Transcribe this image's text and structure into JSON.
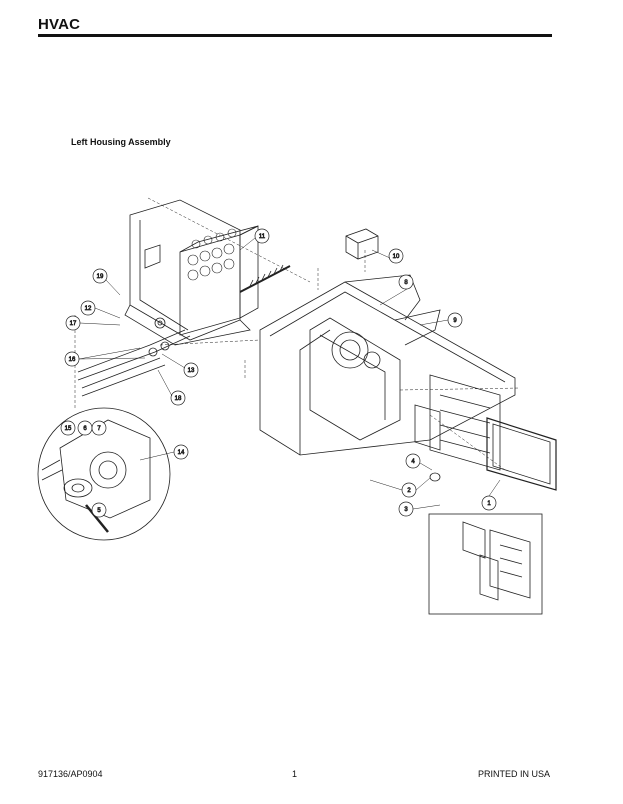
{
  "header": {
    "title": "HVAC"
  },
  "section": {
    "title": "Left Housing Assembly"
  },
  "diagram": {
    "callouts": [
      "1",
      "2",
      "3",
      "4",
      "5",
      "6",
      "7",
      "8",
      "9",
      "10",
      "11",
      "12",
      "13",
      "14",
      "15",
      "16",
      "17",
      "18",
      "19"
    ]
  },
  "footer": {
    "doc_number": "917136/AP0904",
    "page_number": "1",
    "printed": "PRINTED IN USA"
  }
}
